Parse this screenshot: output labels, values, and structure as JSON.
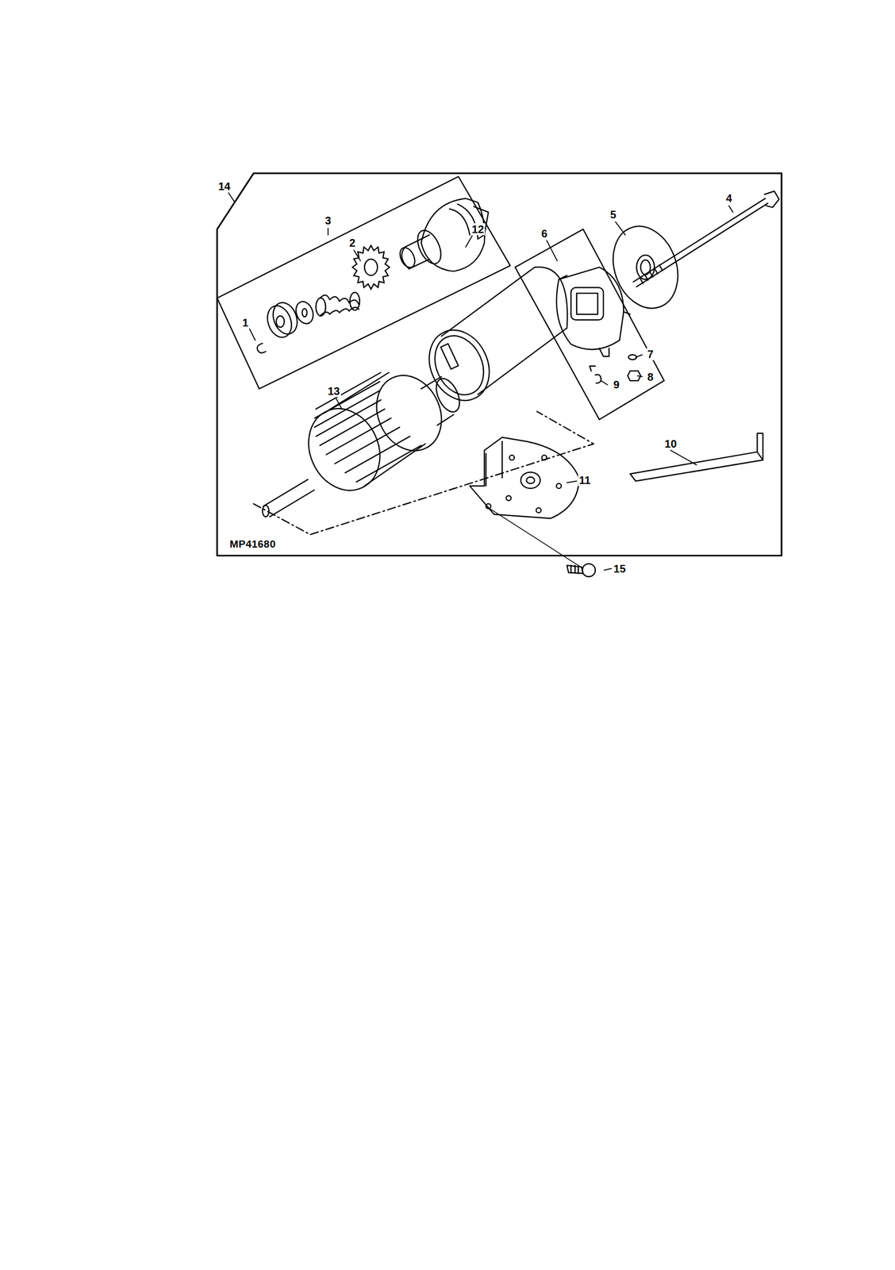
{
  "diagram": {
    "labels": [
      "14",
      "3",
      "2",
      "1",
      "4",
      "5",
      "6",
      "12",
      "7",
      "8",
      "9",
      "13",
      "10",
      "11",
      "15",
      "MP41680"
    ]
  }
}
